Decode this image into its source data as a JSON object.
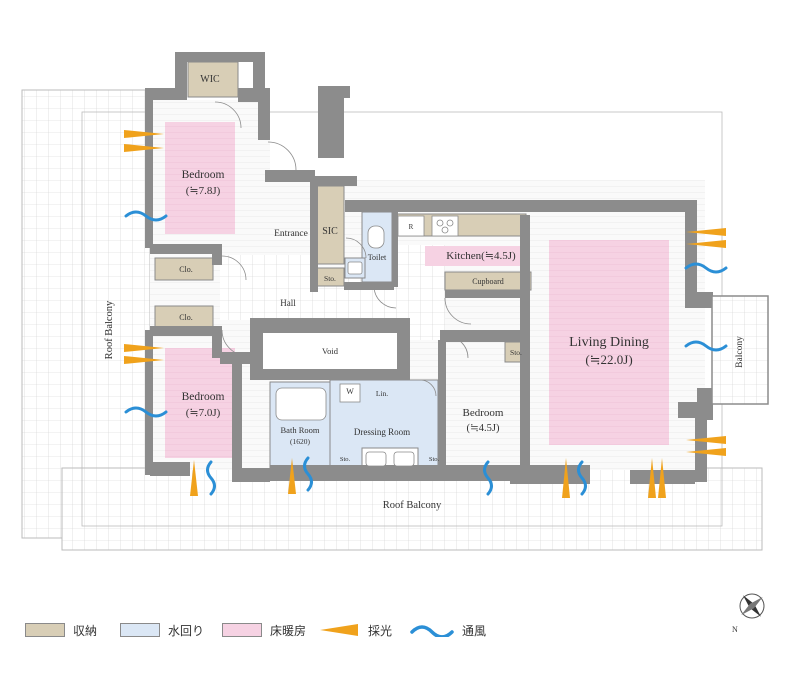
{
  "rooms": {
    "wic": "WIC",
    "bedroom1": "Bedroom",
    "bedroom1_size": "(≒7.8J)",
    "entrance": "Entrance",
    "sic": "SIC",
    "sto1": "Sto.",
    "toilet": "Toilet",
    "r": "R",
    "kitchen": "Kitchen(≒4.5J)",
    "cupboard": "Cupboard",
    "clo1": "Clo.",
    "clo2": "Clo.",
    "hall": "Hall",
    "void": "Void",
    "living": "Living Dining",
    "living_size": "(≒22.0J)",
    "balcony": "Balcony",
    "roof_balcony_left": "Roof Balcony",
    "roof_balcony_bottom": "Roof Balcony",
    "bedroom2": "Bedroom",
    "bedroom2_size": "(≒7.0J)",
    "w": "W",
    "lin": "Lin.",
    "bath": "Bath Room",
    "bath_size": "(1620)",
    "dressing": "Dressing Room",
    "sto2": "Sto.",
    "sto3": "Sto.",
    "sto4": "Sto.",
    "bedroom3": "Bedroom",
    "bedroom3_size": "(≒4.5J)"
  },
  "legend": {
    "storage": "収納",
    "water": "水回り",
    "floor_heating": "床暖房",
    "lighting": "採光",
    "ventilation": "通風"
  },
  "compass": "N",
  "colors": {
    "storage": "#d8ceb6",
    "water": "#dbe7f5",
    "floor_heating": "#f6d2e3",
    "lighting": "#f0a21c",
    "ventilation": "#2b8fd6",
    "wall": "#8c8c8c"
  }
}
